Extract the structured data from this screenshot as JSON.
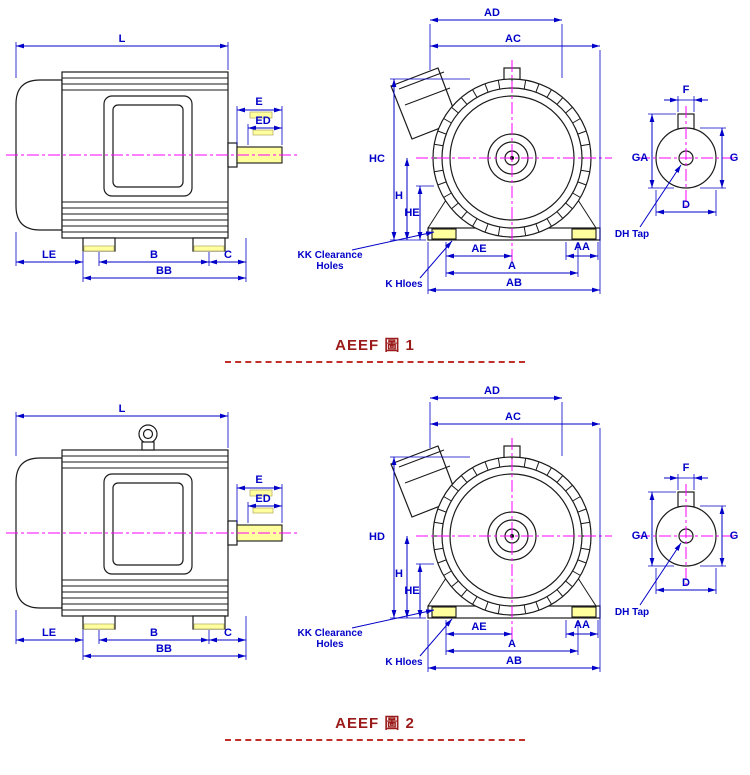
{
  "colors": {
    "dimension_blue": "#0000c8",
    "centerline_magenta": "#ff00ff",
    "outline_black": "#1a1a1a",
    "highlight_yellow": "#ffff9e",
    "caption_red": "#9b1b1b"
  },
  "figures": [
    {
      "caption": "AEEF 圖 1",
      "side_view": {
        "L": "L",
        "E": "E",
        "ED": "ED",
        "LE": "LE",
        "B": "B",
        "C": "C",
        "BB": "BB"
      },
      "front_view": {
        "AD": "AD",
        "AC": "AC",
        "height": "HC",
        "H": "H",
        "HE": "HE",
        "AE": "AE",
        "A": "A",
        "AB": "AB",
        "AA": "AA",
        "kk1": "KK Clearance",
        "kk2": "Holes",
        "k": "K Hloes"
      },
      "end_view": {
        "F": "F",
        "GA": "GA",
        "G": "G",
        "D": "D",
        "DH": "DH Tap"
      }
    },
    {
      "caption": "AEEF 圖 2",
      "side_view": {
        "L": "L",
        "E": "E",
        "ED": "ED",
        "LE": "LE",
        "B": "B",
        "C": "C",
        "BB": "BB"
      },
      "front_view": {
        "AD": "AD",
        "AC": "AC",
        "height": "HD",
        "H": "H",
        "HE": "HE",
        "AE": "AE",
        "A": "A",
        "AB": "AB",
        "AA": "AA",
        "kk1": "KK Clearance",
        "kk2": "Holes",
        "k": "K Hloes"
      },
      "end_view": {
        "F": "F",
        "GA": "GA",
        "G": "G",
        "D": "D",
        "DH": "DH Tap"
      }
    }
  ]
}
